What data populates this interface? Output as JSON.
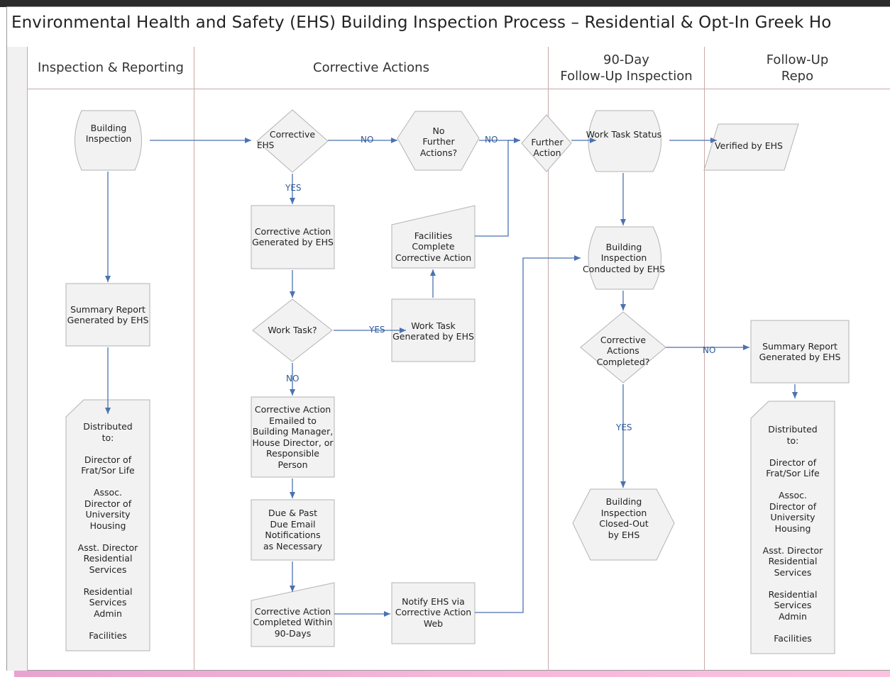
{
  "title": "Environmental Health and Safety (EHS) Building Inspection Process – Residential & Opt-In Greek Ho",
  "lanes": [
    {
      "label": "Inspection & Reporting"
    },
    {
      "label": "Corrective Actions"
    },
    {
      "label": "90-Day\nFollow-Up Inspection"
    },
    {
      "label": "Follow-Up\nRepo"
    }
  ],
  "nodes": {
    "building_inspection": "Building Inspection",
    "summary_report": "Summary Report\nGenerated by EHS",
    "distributed_left": "Distributed\nto:\n\nDirector of\nFrat/Sor Life\n\nAssoc.\nDirector of\nUniversity\nHousing\n\nAsst. Director\nResidential\nServices\n\nResidential\nServices\nAdmin\n\nFacilities",
    "corrective_actions_q": "Corrective",
    "corrective_action_generated": "Corrective Action\nGenerated by EHS",
    "work_task_q": "Work Task?",
    "corrective_action_emailed": "Corrective Action\nEmailed to\nBuilding Manager,\nHouse Director, or\nResponsible\nPerson",
    "due_past_due": "Due & Past\nDue Email\nNotifications\nas Necessary",
    "corrective_completed_90": "Corrective Action\nCompleted Within\n90-Days",
    "no_further_actions_q": "No\nFurther\nActions?",
    "facilities_complete": "Facilities\nComplete\nCorrective Action",
    "work_task_generated": "Work Task\nGenerated by EHS",
    "notify_ehs": "Notify EHS via\nCorrective Action\nWeb",
    "further_action": "Further\nAction",
    "work_task_status": "Work Task Status",
    "building_inspection_conducted": "Building Inspection\nConducted by EHS",
    "corrective_completed_q": "Corrective\nActions\nCompleted?",
    "building_closed_out": "Building\nInspection\nClosed-Out\nby EHS",
    "verified_by_ehs": "Verified by EHS",
    "summary_report_right": "Summary Report\nGenerated by EHS",
    "distributed_right": "Distributed\nto:\n\nDirector of\nFrat/Sor Life\n\nAssoc.\nDirector of\nUniversity\nHousing\n\nAsst. Director\nResidential\nServices\n\nResidential\nServices\nAdmin\n\nFacilities"
  },
  "edge_labels": {
    "no": "NO",
    "yes": "YES",
    "ehs": "EHS"
  },
  "colors": {
    "shape_fill": "#f2f2f2",
    "shape_stroke": "#b3b3b3",
    "arrow": "#4a72b0",
    "lane_line": "#c9a9a9"
  }
}
